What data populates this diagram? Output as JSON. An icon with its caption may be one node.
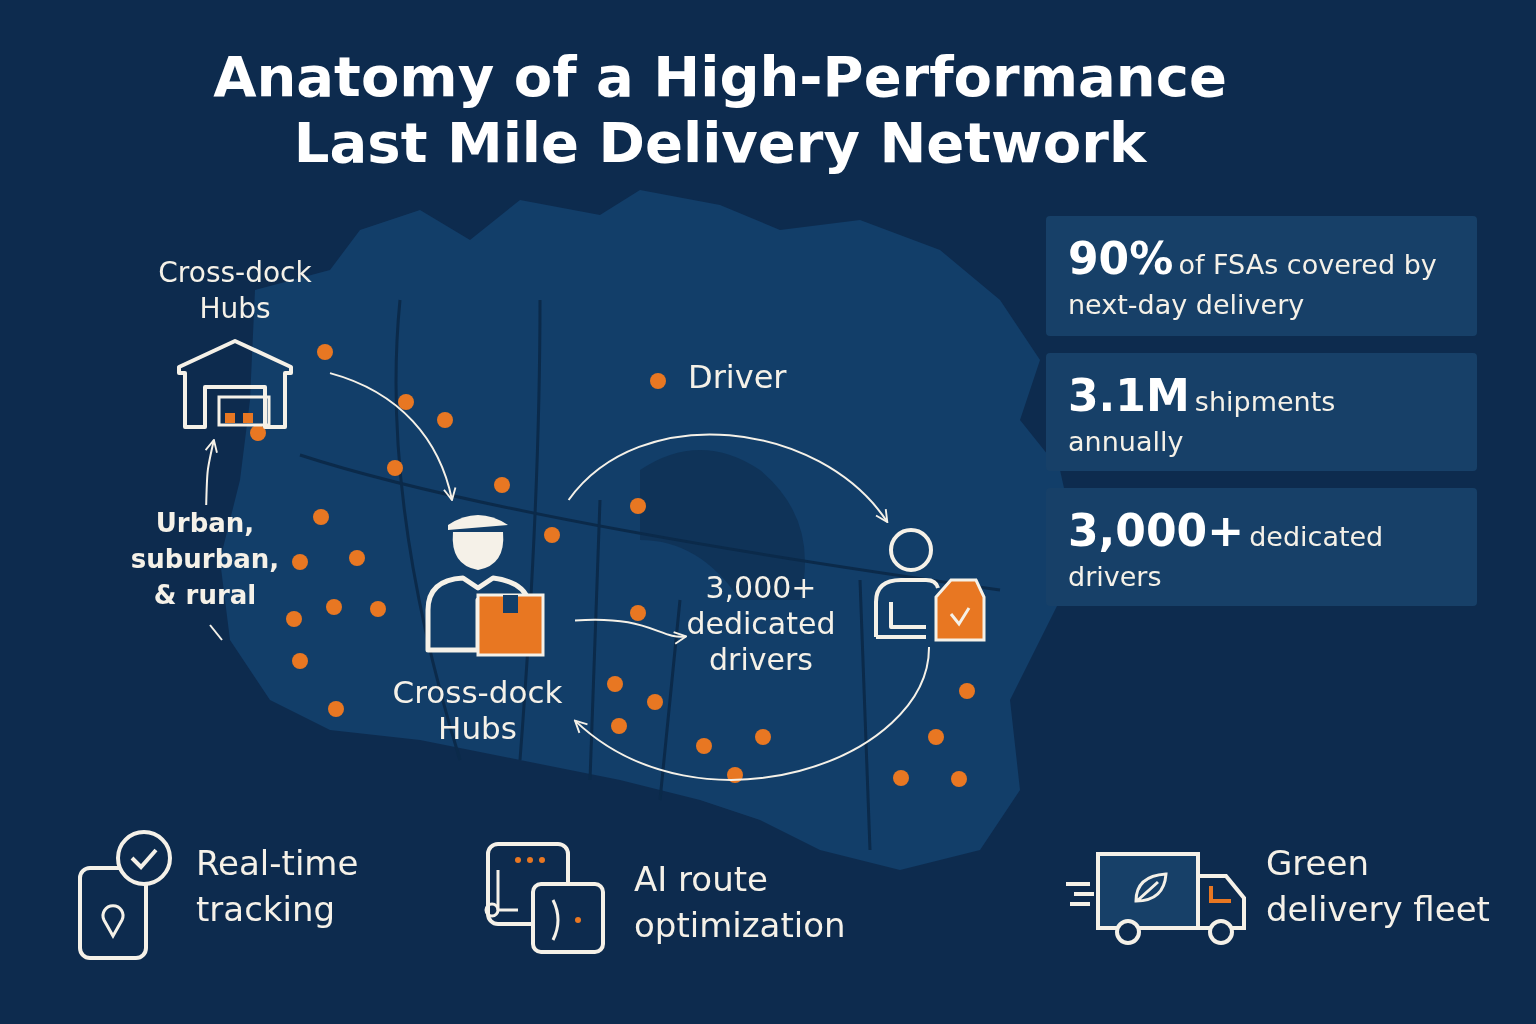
{
  "diagram": {
    "title": "Anatomy of a High-Performance Last Mile Delivery Network",
    "nodes": [
      {
        "text": [
          "Cross-dock Hubs"
        ]
      },
      {
        "text": [
          "90%",
          "of FSAs covered by next-day delivery"
        ]
      },
      {
        "text": [
          "3.1M",
          "shipments annually"
        ]
      },
      {
        "text": [
          "Urban, suburban, & rural"
        ]
      },
      {
        "text": [
          "Cross-dock Hubs"
        ]
      },
      {
        "text": [],
        "shape": "person"
      },
      {
        "text": [
          "3,000+ dedicated drivers"
        ]
      },
      {
        "text": [
          "3,000+",
          "dedicated drivers"
        ]
      }
    ],
    "edges": [
      {
        "from": 3,
        "to": 0,
        "arrow": "to"
      },
      {
        "from": 0,
        "to": 4,
        "arrow": "to"
      },
      {
        "from": 4,
        "to": 5,
        "arrow": "to"
      },
      {
        "from": 5,
        "to": 4,
        "arrow": "to"
      },
      {
        "from": 4,
        "to": 6,
        "arrow": "to"
      }
    ],
    "labels": [
      "Driver",
      "Real-time tracking",
      "AI route optimization",
      "Green delivery fleet"
    ]
  }
}
